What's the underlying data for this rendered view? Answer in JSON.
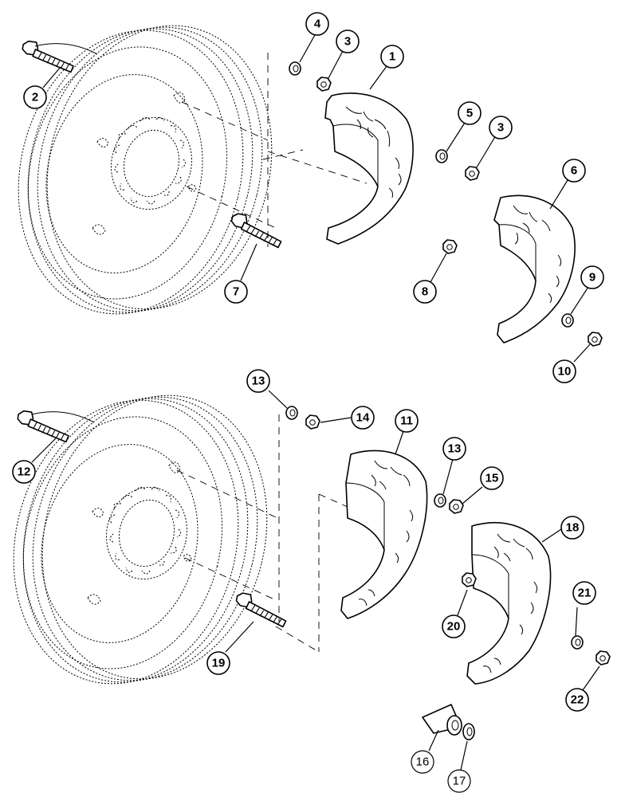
{
  "callouts": [
    {
      "label": "1"
    },
    {
      "label": "2"
    },
    {
      "label": "3"
    },
    {
      "label": "4"
    },
    {
      "label": "5"
    },
    {
      "label": "3"
    },
    {
      "label": "6"
    },
    {
      "label": "7"
    },
    {
      "label": "8"
    },
    {
      "label": "9"
    },
    {
      "label": "10"
    },
    {
      "label": "11"
    },
    {
      "label": "12"
    },
    {
      "label": "13"
    },
    {
      "label": "14"
    },
    {
      "label": "13"
    },
    {
      "label": "15"
    },
    {
      "label": "16"
    },
    {
      "label": "17"
    },
    {
      "label": "18"
    },
    {
      "label": "19"
    },
    {
      "label": "20"
    },
    {
      "label": "21"
    },
    {
      "label": "22"
    }
  ]
}
